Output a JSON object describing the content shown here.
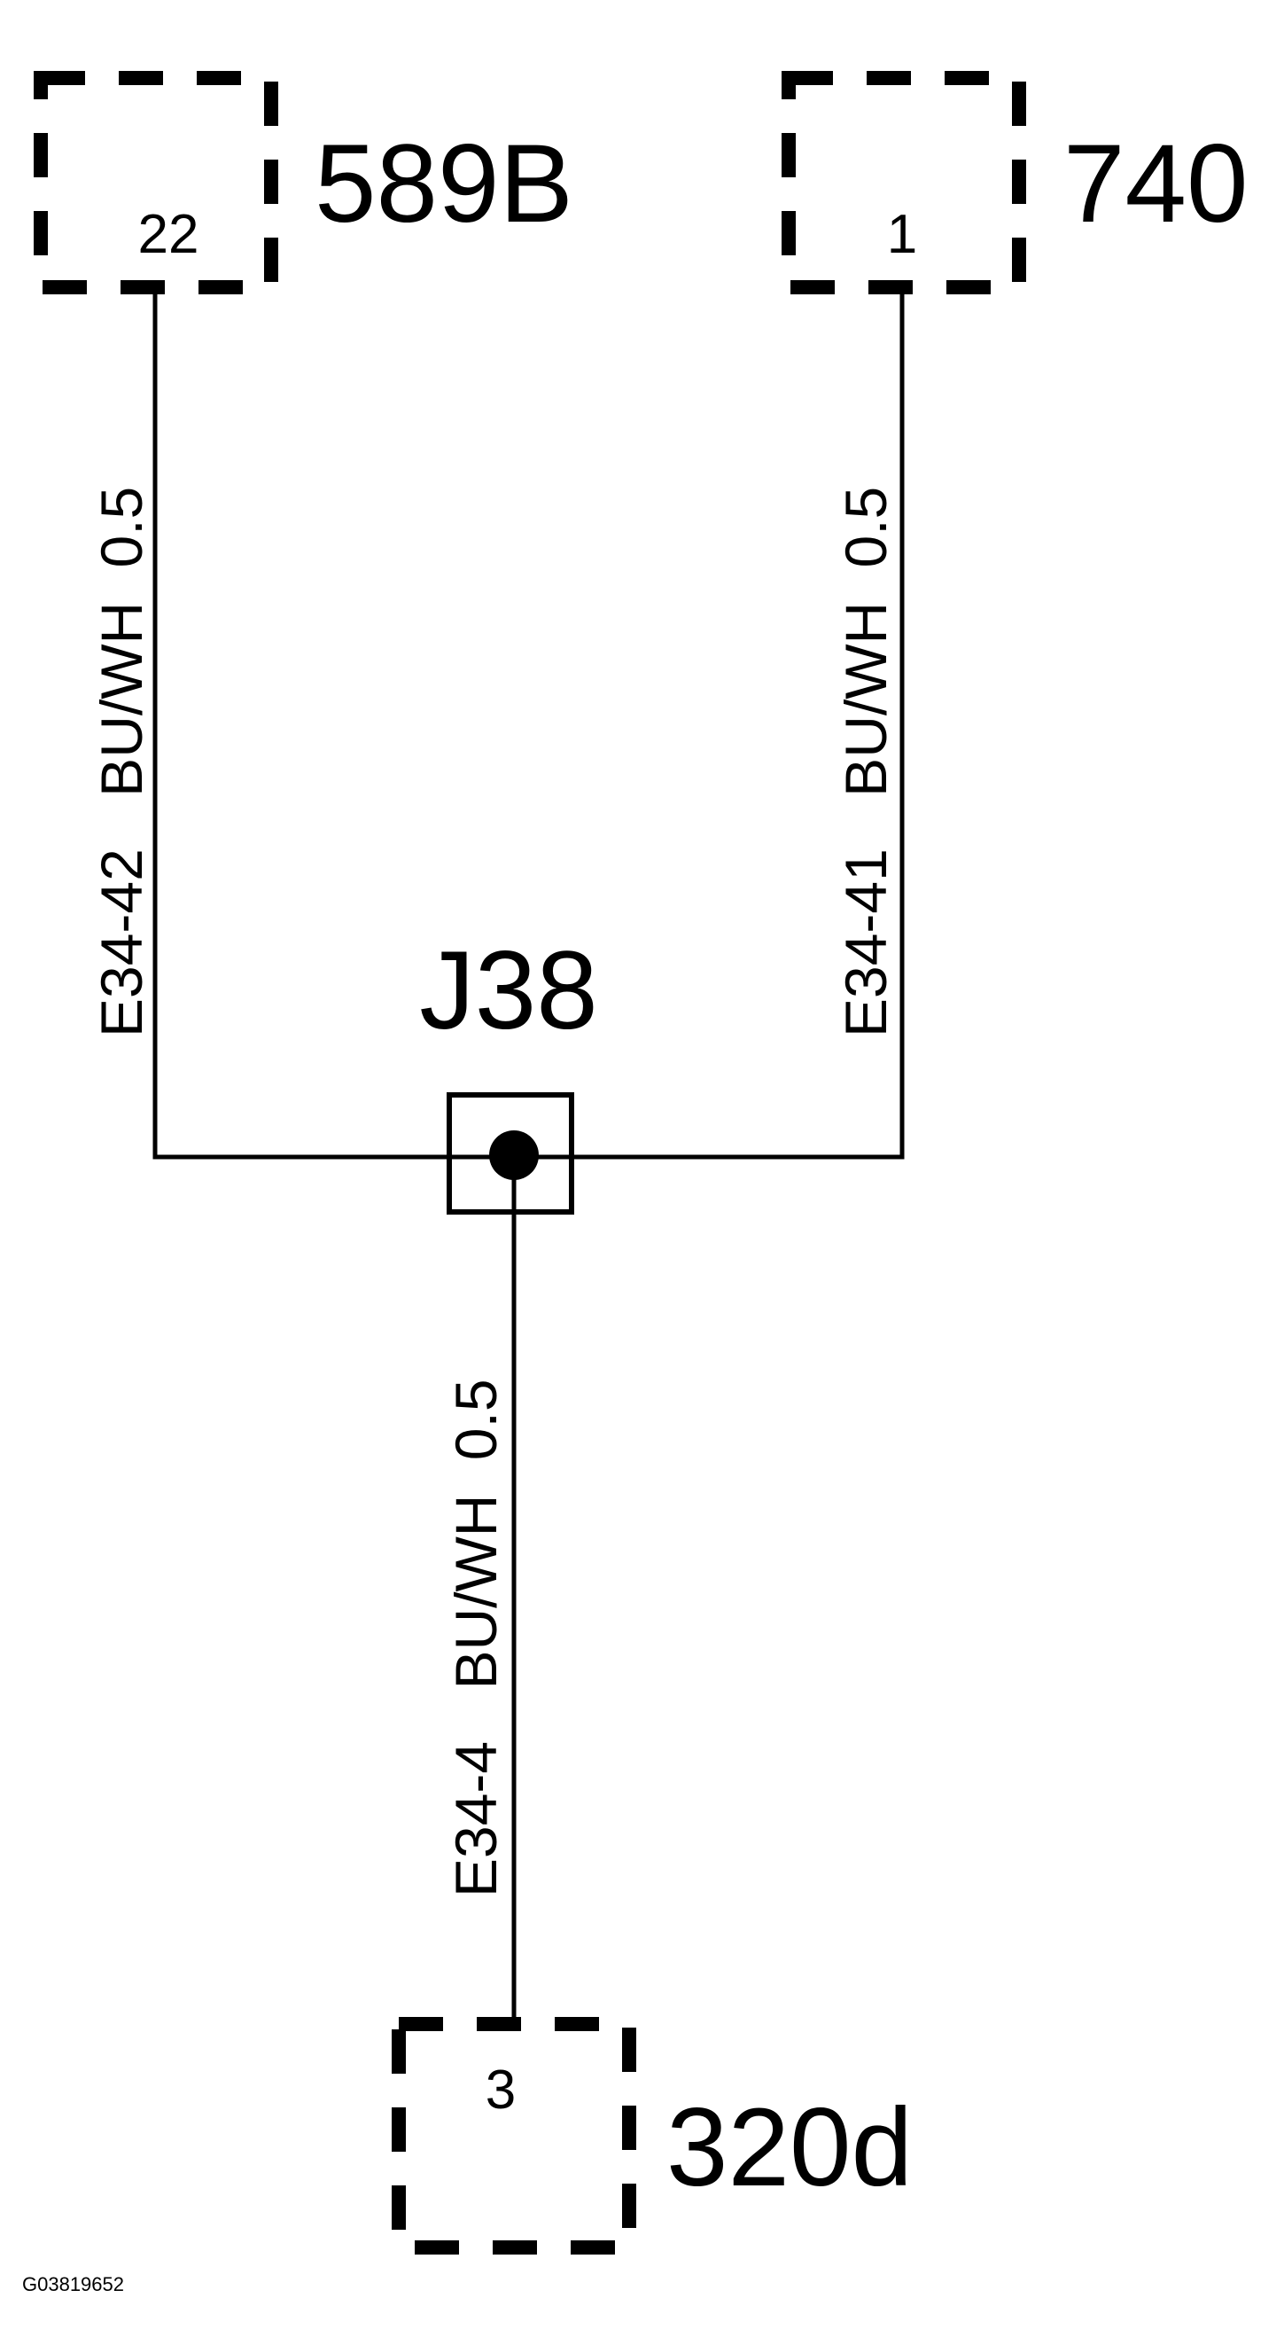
{
  "connectors": {
    "top_left": {
      "name": "589B",
      "pin": "22"
    },
    "top_right": {
      "name": "740",
      "pin": "1"
    },
    "bottom": {
      "name": "320d",
      "pin": "3"
    }
  },
  "junction": {
    "name": "J38"
  },
  "wires": {
    "left": {
      "circuit": "E34-42",
      "color": "BU/WH",
      "size": "0.5"
    },
    "right": {
      "circuit": "E34-41",
      "color": "BU/WH",
      "size": "0.5"
    },
    "bottom": {
      "circuit": "E34-4",
      "color": "BU/WH",
      "size": "0.5"
    }
  },
  "figure_id": "G03819652",
  "colors": {
    "ink": "#000000",
    "background": "#ffffff"
  }
}
